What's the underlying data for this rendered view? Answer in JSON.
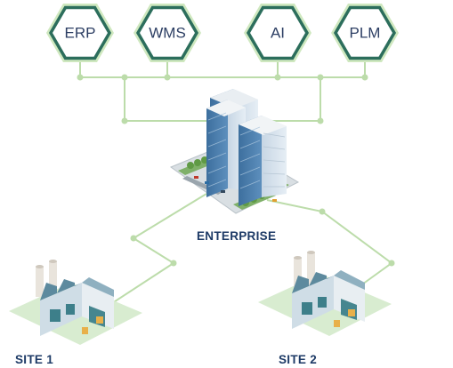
{
  "systems": [
    {
      "label": "ERP"
    },
    {
      "label": "WMS"
    },
    {
      "label": "AI"
    },
    {
      "label": "PLM"
    }
  ],
  "enterprise": {
    "label": "ENTERPRISE"
  },
  "sites": [
    {
      "label": "SITE 1"
    },
    {
      "label": "SITE 2"
    }
  ],
  "colors": {
    "hex_border": "#2c6e5c",
    "hex_glow": "#b9dba6",
    "connector": "#bcdcaa",
    "label": "#1d3a66",
    "ground": "#d8ecd0"
  }
}
